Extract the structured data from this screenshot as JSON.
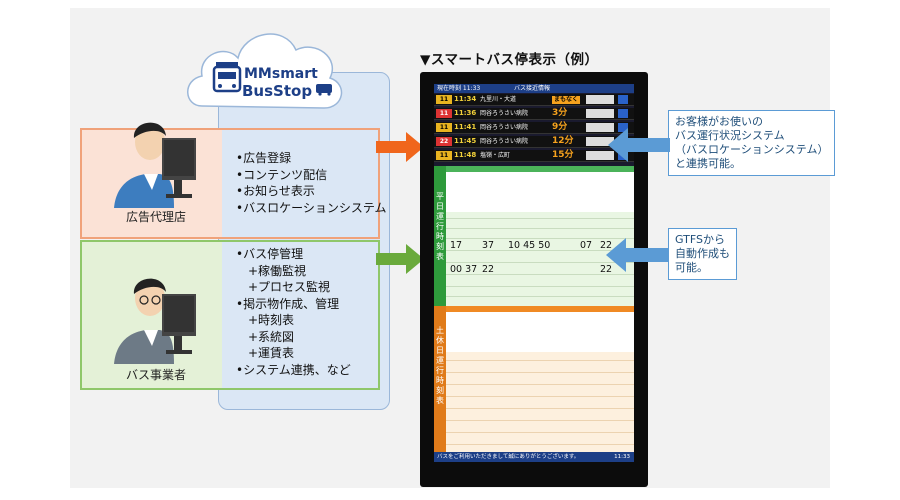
{
  "heading": "▼スマートバス停表示（例）",
  "logo": {
    "line1": "MMsmart",
    "line2": "BusStop"
  },
  "agency": {
    "label": "広告代理店",
    "items": [
      "•広告登録",
      "•コンテンツ配信",
      "•お知らせ表示",
      "•バスロケーションシステム"
    ]
  },
  "operator": {
    "label": "バス事業者",
    "items": [
      "•バス停管理",
      "　+稼働監視",
      "　+プロセス監視",
      "•掲示物作成、管理",
      "　+時刻表",
      "　+系統図",
      "　+運賃表",
      "•システム連携、など"
    ]
  },
  "callouts": {
    "bus_location": [
      "お客様がお使いの",
      "バス運行状況システム",
      "（バスロケーションシステム）",
      "と連携可能。"
    ],
    "gtfs": [
      "GTFSから",
      "自動作成も",
      "可能。"
    ]
  },
  "screen": {
    "header_left": "現在時刻 11:33",
    "header_center": "バス接近情報",
    "rows": [
      {
        "route": "11",
        "time": "11:34",
        "dest": "九里川・大道",
        "min": "まもなく",
        "red": false
      },
      {
        "route": "11",
        "time": "11:36",
        "dest": "岡谷ろうさい病院",
        "min": "3分",
        "red": true
      },
      {
        "route": "11",
        "time": "11:41",
        "dest": "岡谷ろうさい病院",
        "min": "9分",
        "red": false
      },
      {
        "route": "22",
        "time": "11:45",
        "dest": "岡谷ろうさい病院",
        "min": "12分",
        "red": true
      },
      {
        "route": "11",
        "time": "11:48",
        "dest": "塩嶺・広町",
        "min": "15分",
        "red": false
      }
    ],
    "weekday_label": "平日 運行時刻表",
    "holiday_label": "土休日 運行時刻表",
    "weekday_hours": [
      "17",
      "37",
      "10 45 50",
      "07",
      "22"
    ],
    "weekday_hours2": [
      "00 37",
      "22",
      "22"
    ],
    "footer": "バスをご利用いただきまして誠にありがとうございます。",
    "footer_time": "11:33"
  },
  "colors": {
    "agency_border": "#f0a27a",
    "operator_border": "#8fc76a",
    "orange_arrow": "#f0661c",
    "green_arrow": "#6aaa3c",
    "blue_arrow": "#5b9bd5"
  }
}
